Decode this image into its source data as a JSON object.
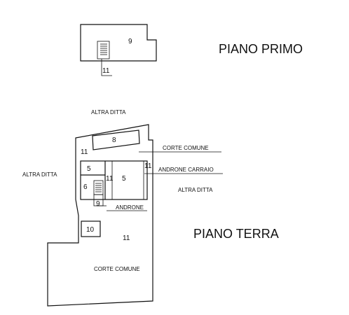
{
  "titles": {
    "upper_floor": "PIANO PRIMO",
    "ground_floor": "PIANO TERRA"
  },
  "upper_floor": {
    "room_9": "9",
    "stair_11": "11"
  },
  "ground_floor": {
    "room_8": "8",
    "room_11_top": "11",
    "room_5_left": "5",
    "room_5_right": "5",
    "room_6": "6",
    "room_11_corridor": "11",
    "room_11_right": "11",
    "room_9": "9",
    "room_10": "10",
    "room_11_bottom": "11"
  },
  "annotations": {
    "altra_ditta_top": "ALTRA DITTA",
    "altra_ditta_left": "ALTRA DITTA",
    "altra_ditta_right": "ALTRA DITTA",
    "corte_comune_top": "CORTE COMUNE",
    "androne_carraio": "ANDRONE CARRAIO",
    "androne": "ANDRONE",
    "corte_comune_bottom": "CORTE COMUNE"
  }
}
